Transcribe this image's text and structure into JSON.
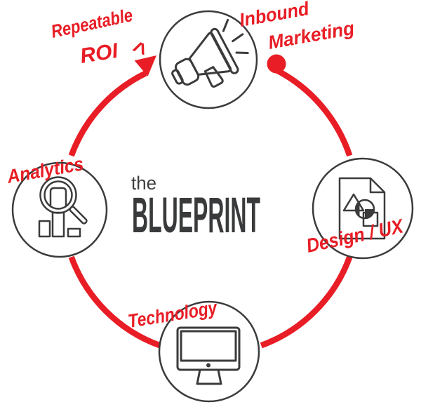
{
  "colors": {
    "accent_red": "#e81d25",
    "line_dark": "#3b3b3c",
    "logo_dark": "#393a3b",
    "logo_light": "#3f3f3f",
    "background": "#ffffff"
  },
  "logo": {
    "prefix": "the",
    "title": "BLUEPRINT"
  },
  "annotation": {
    "line1": "Repeatable",
    "line2": "ROI",
    "caret": "^"
  },
  "nodes": [
    {
      "id": "inbound-marketing",
      "label_line1": "Inbound",
      "label_line2": "Marketing",
      "icon": "megaphone-icon"
    },
    {
      "id": "design-ux",
      "label": "Design / UX",
      "icon": "design-document-icon"
    },
    {
      "id": "technology",
      "label": "Technology",
      "icon": "monitor-icon"
    },
    {
      "id": "analytics",
      "label": "Analytics",
      "icon": "magnifier-bar-chart-icon"
    }
  ]
}
